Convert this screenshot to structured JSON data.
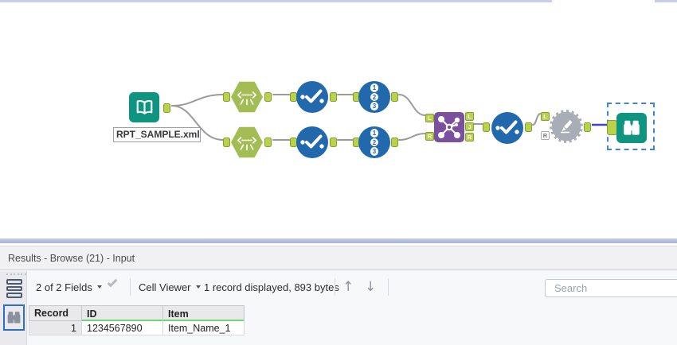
{
  "canvas": {
    "annotation_label": "RPT_SAMPLE.xml",
    "record_id_digits": [
      "1",
      "2",
      "3"
    ],
    "join_tool": {
      "input_ports": [
        "L",
        "R"
      ],
      "output_ports": [
        "L",
        "J",
        "R"
      ]
    },
    "macro_tool": {
      "input_ports": [
        "L",
        "R"
      ]
    }
  },
  "results_panel": {
    "title": "Results - Browse (21) - Input",
    "toolbar": {
      "fields_summary": "2 of 2 Fields",
      "cell_viewer_label": "Cell Viewer",
      "record_info": "1 record displayed, 893 bytes",
      "search_placeholder": "Search"
    },
    "table": {
      "columns": [
        "Record",
        "ID",
        "Item"
      ],
      "rows": [
        [
          "1",
          "1234567890",
          "Item_Name_1"
        ]
      ]
    }
  },
  "colors": {
    "tool_teal": "#0f9482",
    "parse_green": "#a2bd53",
    "prep_blue": "#2268ac",
    "join_purple": "#7b519e",
    "anchor_green": "#b8d24b",
    "selected_wire_blue": "#3a43d0",
    "selection_border_blue": "#3f86d8",
    "grid_sort_green": "#6fd66f"
  }
}
